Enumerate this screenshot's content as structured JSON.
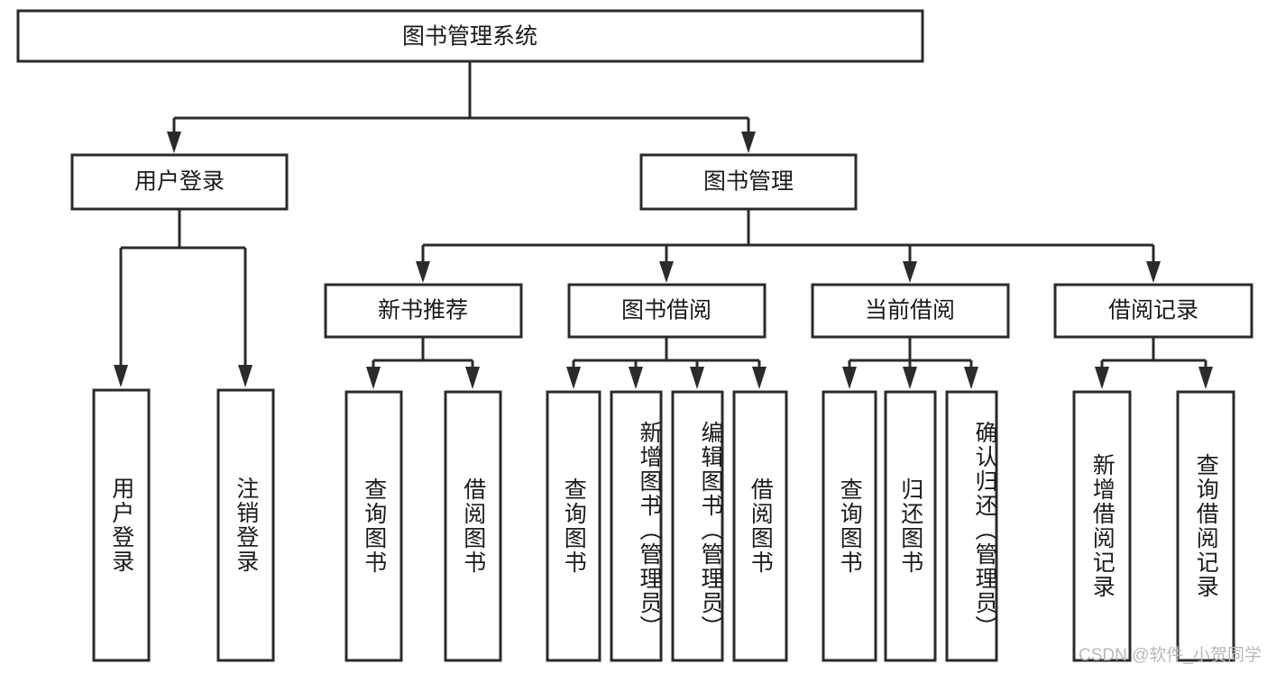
{
  "diagram": {
    "title": "图书管理系统",
    "type": "tree",
    "watermark": "CSDN @软件_小贺同学",
    "colors": {
      "background": "#ffffff",
      "stroke": "#2b2b2b",
      "node_fill": "#ffffff",
      "text": "#1a1a1a",
      "watermark": "#b9b9b9"
    },
    "nodes": {
      "root": {
        "label": "图书管理系统"
      },
      "level2": [
        {
          "id": "user-login",
          "label": "用户登录"
        },
        {
          "id": "book-manage",
          "label": "图书管理"
        }
      ],
      "level3": [
        {
          "id": "new-book-recommend",
          "label": "新书推荐"
        },
        {
          "id": "book-borrow",
          "label": "图书借阅"
        },
        {
          "id": "current-borrow",
          "label": "当前借阅"
        },
        {
          "id": "borrow-record",
          "label": "借阅记录"
        }
      ],
      "leaves": {
        "user-login": [
          {
            "id": "leaf-user-login",
            "label": "用户登录"
          },
          {
            "id": "leaf-user-logout",
            "label": "注销登录"
          }
        ],
        "new-book-recommend": [
          {
            "id": "leaf-query-book-1",
            "label": "查询图书"
          },
          {
            "id": "leaf-borrow-book-1",
            "label": "借阅图书"
          }
        ],
        "book-borrow": [
          {
            "id": "leaf-query-book-2",
            "label": "查询图书"
          },
          {
            "id": "leaf-add-book",
            "label": "新增图书（管理员）"
          },
          {
            "id": "leaf-edit-book",
            "label": "编辑图书（管理员）"
          },
          {
            "id": "leaf-borrow-book-2",
            "label": "借阅图书"
          }
        ],
        "current-borrow": [
          {
            "id": "leaf-query-book-3",
            "label": "查询图书"
          },
          {
            "id": "leaf-return-book",
            "label": "归还图书"
          },
          {
            "id": "leaf-confirm-return",
            "label": "确认归还（管理员）"
          }
        ],
        "borrow-record": [
          {
            "id": "leaf-add-record",
            "label": "新增借阅记录"
          },
          {
            "id": "leaf-query-record",
            "label": "查询借阅记录"
          }
        ]
      }
    }
  }
}
